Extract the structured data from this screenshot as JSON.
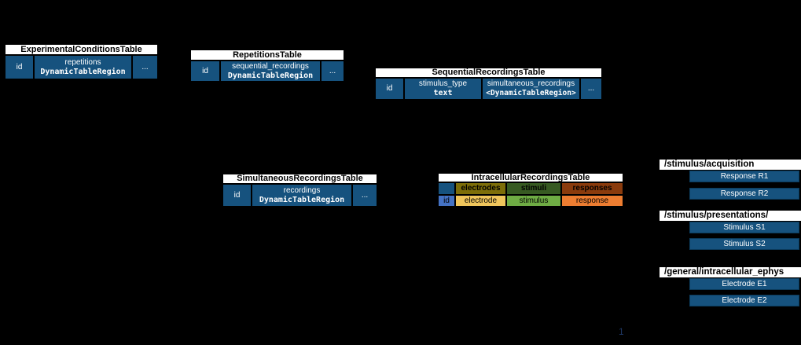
{
  "page": {
    "background": "#000000",
    "page_number": "1"
  },
  "colors": {
    "table_blue": "#16527E",
    "title_bg": "#FFFFFF",
    "id_blue": "#4472C4",
    "electrodes_dark": "#7D6E09",
    "electrode_light": "#F0C65C",
    "stimuli_dark": "#375A22",
    "stimulus_light": "#6FAC44",
    "responses_dark": "#8A3B0D",
    "response_light": "#ED7D31",
    "page_number_navy": "#1F3864"
  },
  "tables": {
    "experimental_conditions": {
      "title": "ExperimentalConditionsTable",
      "cells": [
        {
          "line1": "id"
        },
        {
          "line1": "repetitions",
          "line2": "DynamicTableRegion"
        },
        {
          "line1": "..."
        }
      ]
    },
    "repetitions": {
      "title": "RepetitionsTable",
      "cells": [
        {
          "line1": "id"
        },
        {
          "line1": "sequential_recordings",
          "line2": "DynamicTableRegion"
        },
        {
          "line1": "..."
        }
      ]
    },
    "sequential_recordings": {
      "title": "SequentialRecordingsTable",
      "cells": [
        {
          "line1": "id"
        },
        {
          "line1": "stimulus_type",
          "line2": "text"
        },
        {
          "line1": "simultaneous_recordings",
          "line2": "<DynamicTableRegion>"
        },
        {
          "line1": "..."
        }
      ]
    },
    "simultaneous_recordings": {
      "title": "SimultaneousRecordingsTable",
      "cells": [
        {
          "line1": "id"
        },
        {
          "line1": "recordings",
          "line2": "DynamicTableRegion"
        },
        {
          "line1": "..."
        }
      ]
    },
    "intracellular_recordings": {
      "title": "IntracellularRecordingsTable",
      "category_row": [
        "",
        "electrodes",
        "stimuli",
        "responses"
      ],
      "column_row": [
        "id",
        "electrode",
        "stimulus",
        "response"
      ]
    }
  },
  "groups": [
    {
      "path": "/stimulus/acquisition",
      "items": [
        {
          "label": "Response R1"
        },
        {
          "label": "Response R2"
        }
      ]
    },
    {
      "path": "/stimulus/presentations/",
      "items": [
        {
          "label": "Stimulus S1"
        },
        {
          "label": "Stimulus S2"
        }
      ]
    },
    {
      "path": "/general/intracellular_ephys",
      "items": [
        {
          "label": "Electrode E1"
        },
        {
          "label": "Electrode E2"
        }
      ]
    }
  ]
}
